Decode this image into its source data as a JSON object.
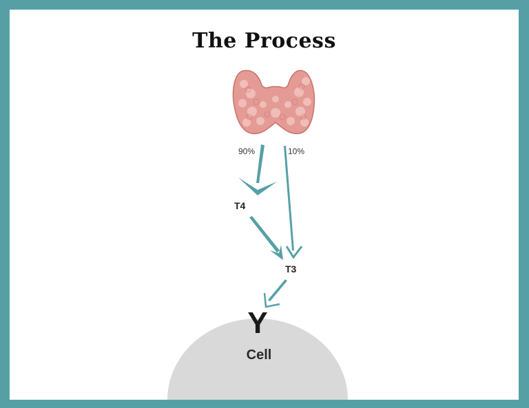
{
  "title": "The Process",
  "labels": {
    "pct_t4": "90%",
    "pct_t3": "10%",
    "t4": "T4",
    "t3": "T3",
    "receptor": "Y",
    "cell": "Cell"
  },
  "colors": {
    "border": "#56a0a5",
    "arrow": "#56a0a5",
    "cell": "#d9d9d9",
    "gland": "#e59a96"
  },
  "icons": {
    "gland": "thyroid-gland-icon"
  }
}
